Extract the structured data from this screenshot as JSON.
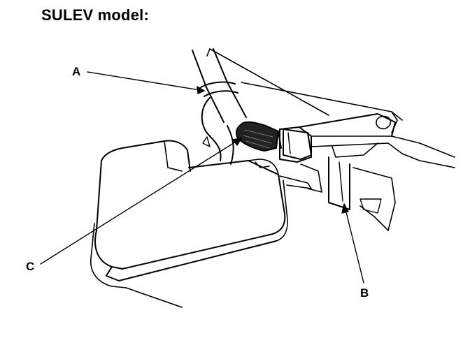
{
  "title": "SULEV model:",
  "callouts": {
    "a": "A",
    "b": "B",
    "c": "C"
  },
  "colors": {
    "ink": "#000000",
    "paper": "#ffffff"
  }
}
